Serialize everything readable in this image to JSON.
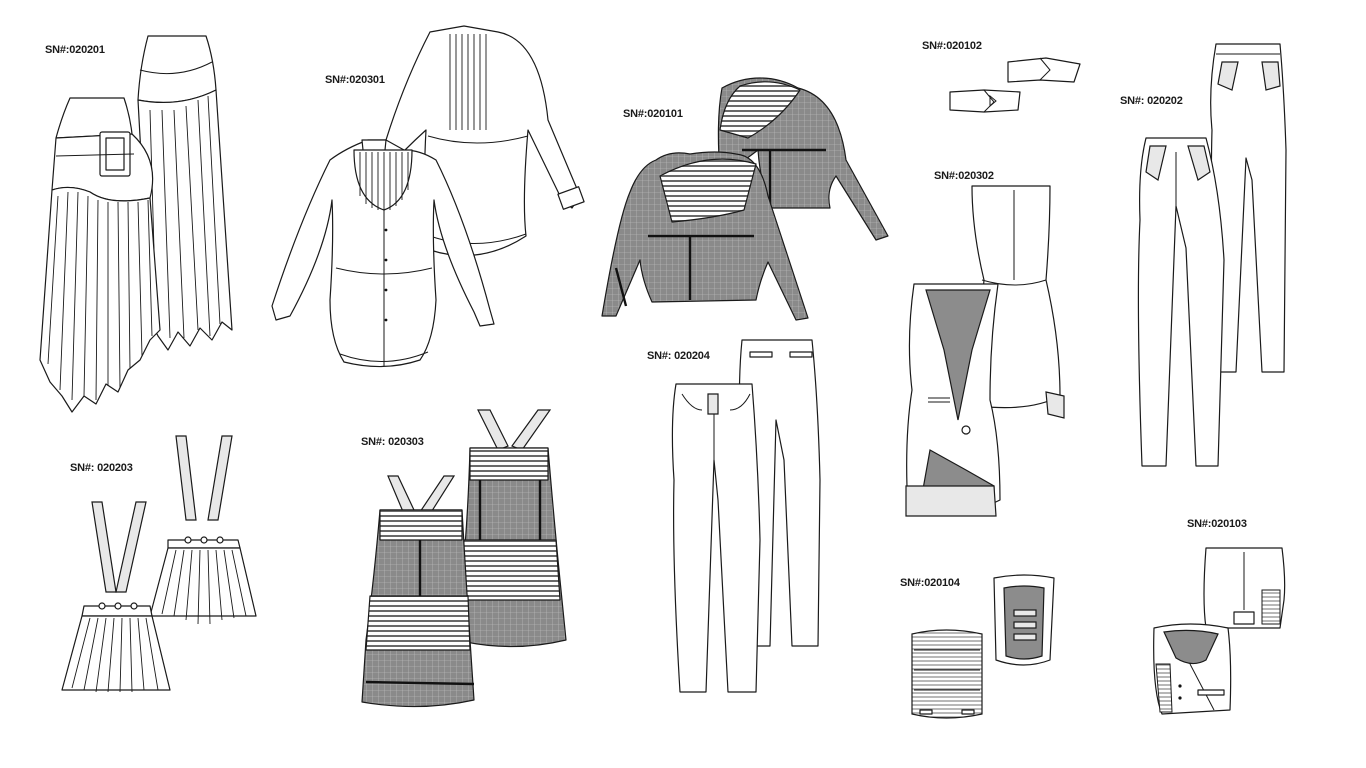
{
  "labels": {
    "sn020201": "SN#:020201",
    "sn020301": "SN#:020301",
    "sn020101": "SN#:020101",
    "sn020102": "SN#:020102",
    "sn020202": "SN#: 020202",
    "sn020302": "SN#:020302",
    "sn020204": "SN#: 020204",
    "sn020203": "SN#: 020203",
    "sn020303": "SN#: 020303",
    "sn020104": "SN#:020104",
    "sn020103": "SN#:020103"
  }
}
